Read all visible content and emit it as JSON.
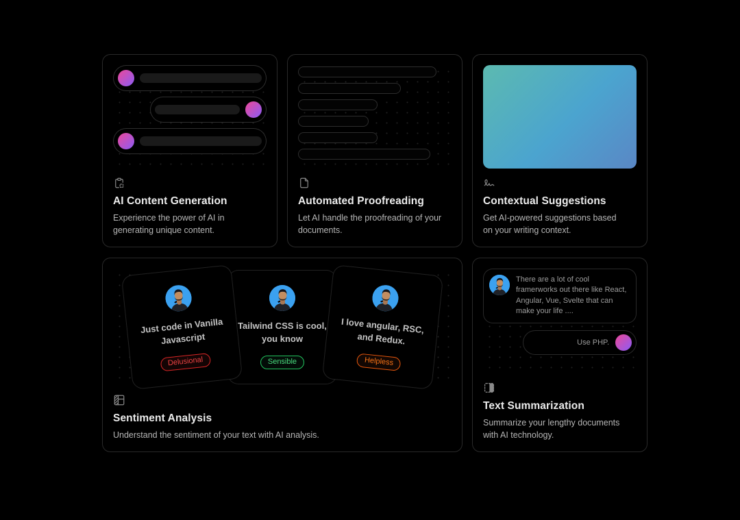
{
  "page": {
    "background": "#000000"
  },
  "colors": {
    "card_border": "rgba(255,255,255,0.16)",
    "accent_gradient_from": "#ec4899",
    "accent_gradient_to": "#8b5cf6",
    "suggestion_gradient_from": "#5cbab0",
    "suggestion_gradient_to": "#5a87c5",
    "badge_red": "#ef4444",
    "badge_green": "#22c55e",
    "badge_orange": "#f97316",
    "avatar_background": "#3ba1f0"
  },
  "grid": {
    "cards": [
      {
        "icon": "clipboard-copy-icon",
        "title": "AI Content Generation",
        "description": "Experience the power of AI in generating unique content."
      },
      {
        "icon": "file-icon",
        "title": "Automated Proofreading",
        "description": "Let AI handle the proofreading of your documents."
      },
      {
        "icon": "signature-icon",
        "title": "Contextual Suggestions",
        "description": "Get AI-powered suggestions based on your writing context."
      },
      {
        "icon": "table-column-icon",
        "title": "Sentiment Analysis",
        "description": "Understand the sentiment of your text with AI analysis.",
        "testimonials": [
          {
            "quote": "Just code in Vanilla Javascript",
            "badge": {
              "label": "Delusional",
              "color": "#ef4444"
            }
          },
          {
            "quote": "Tailwind CSS is cool, you know",
            "badge": {
              "label": "Sensible",
              "color": "#22c55e"
            }
          },
          {
            "quote": "I love angular, RSC, and Redux.",
            "badge": {
              "label": "Helpless",
              "color": "#f97316"
            }
          }
        ]
      },
      {
        "icon": "box-align-right-icon",
        "title": "Text Summarization",
        "description": "Summarize your lengthy documents with AI technology.",
        "chat": {
          "message": "There are a lot of cool framerworks out there like React, Angular, Vue, Svelte that can make your life ....",
          "reply": "Use PHP."
        }
      }
    ]
  }
}
